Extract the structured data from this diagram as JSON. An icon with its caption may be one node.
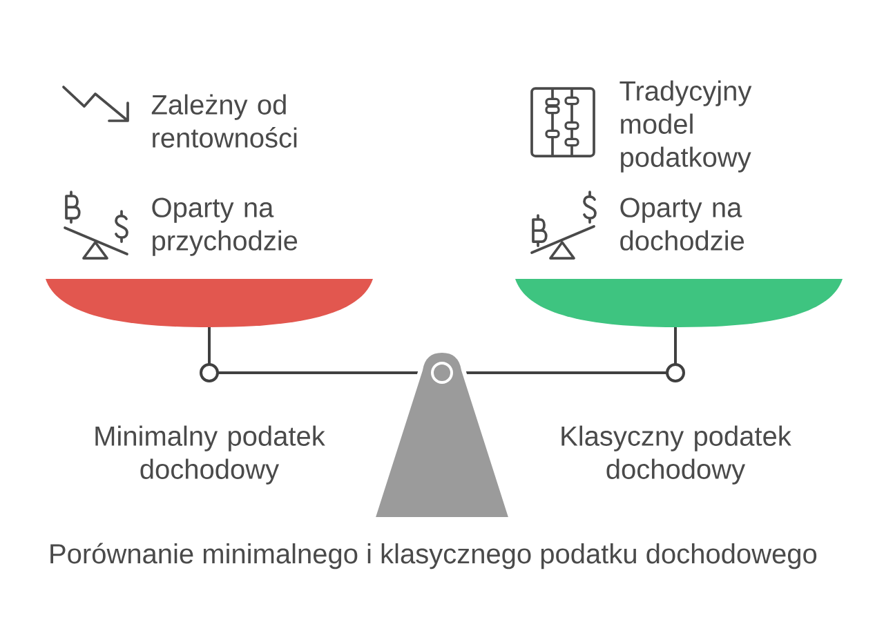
{
  "diagram": {
    "caption": "Porównanie minimalnego i klasycznego podatku dochodowego",
    "labels": [
      "Zależny od rentowności",
      "Tradycyjny model podatkowy",
      "Oparty na przychodzie",
      "Oparty na dochodzie",
      "Minimalny podatek dochodowy",
      "Klasyczny podatek dochodowy"
    ]
  }
}
